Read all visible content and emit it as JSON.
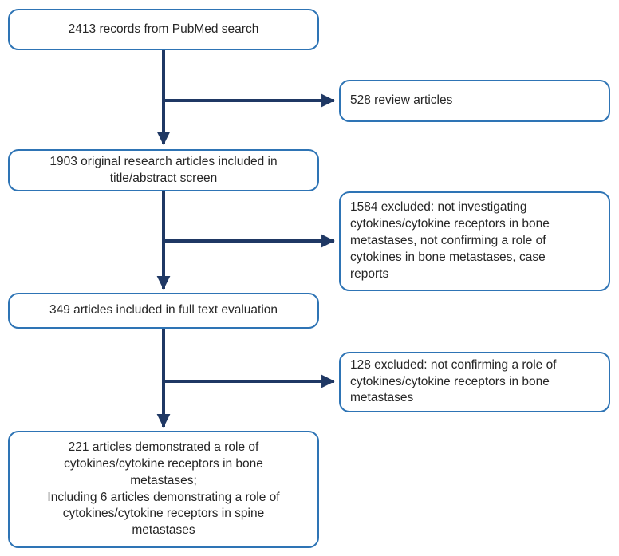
{
  "colors": {
    "border": "#2E74B5",
    "arrow": "#1F3864",
    "text": "#262626",
    "background": "#ffffff"
  },
  "flow": {
    "main": [
      {
        "id": "records",
        "label": "2413 records from PubMed search"
      },
      {
        "id": "title-abstract",
        "label": "1903 original research articles included in\ntitle/abstract screen"
      },
      {
        "id": "full-text",
        "label": "349 articles included in full text evaluation"
      },
      {
        "id": "final",
        "label": "221 articles demonstrated a role of\ncytokines/cytokine receptors in bone\nmetastases;\nIncluding 6 articles demonstrating a role of\ncytokines/cytokine receptors in spine\nmetastases"
      }
    ],
    "excluded": [
      {
        "id": "reviews",
        "label": "528 review articles"
      },
      {
        "id": "excluded-screen",
        "label": "1584 excluded: not investigating\ncytokines/cytokine receptors in bone\nmetastases, not confirming a role of\ncytokines in bone metastases, case\nreports"
      },
      {
        "id": "excluded-fulltext",
        "label": "128 excluded: not confirming a role of\ncytokines/cytokine receptors in bone\nmetastases"
      }
    ]
  }
}
